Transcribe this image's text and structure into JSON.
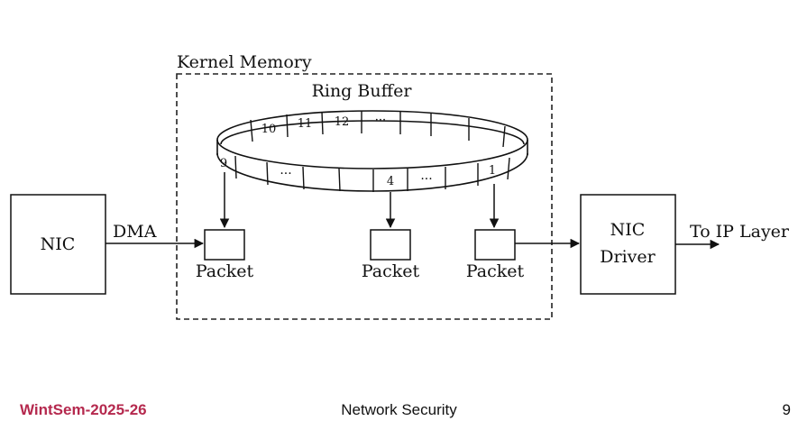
{
  "diagram": {
    "kernel_memory_label": "Kernel Memory",
    "ring_buffer_label": "Ring Buffer",
    "nic_label": "NIC",
    "dma_label": "DMA",
    "packet_label": "Packet",
    "driver_line1": "NIC",
    "driver_line2": "Driver",
    "to_ip_label": "To IP Layer",
    "ring_slots": {
      "back": [
        "10",
        "11",
        "12",
        "···"
      ],
      "front": [
        "9",
        "···",
        "4",
        "···",
        "1"
      ]
    }
  },
  "footer": {
    "left": "WintSem-2025-26",
    "center": "Network Security",
    "page": "9"
  },
  "colors": {
    "footer_accent": "#b5294e",
    "stroke": "#111111"
  }
}
